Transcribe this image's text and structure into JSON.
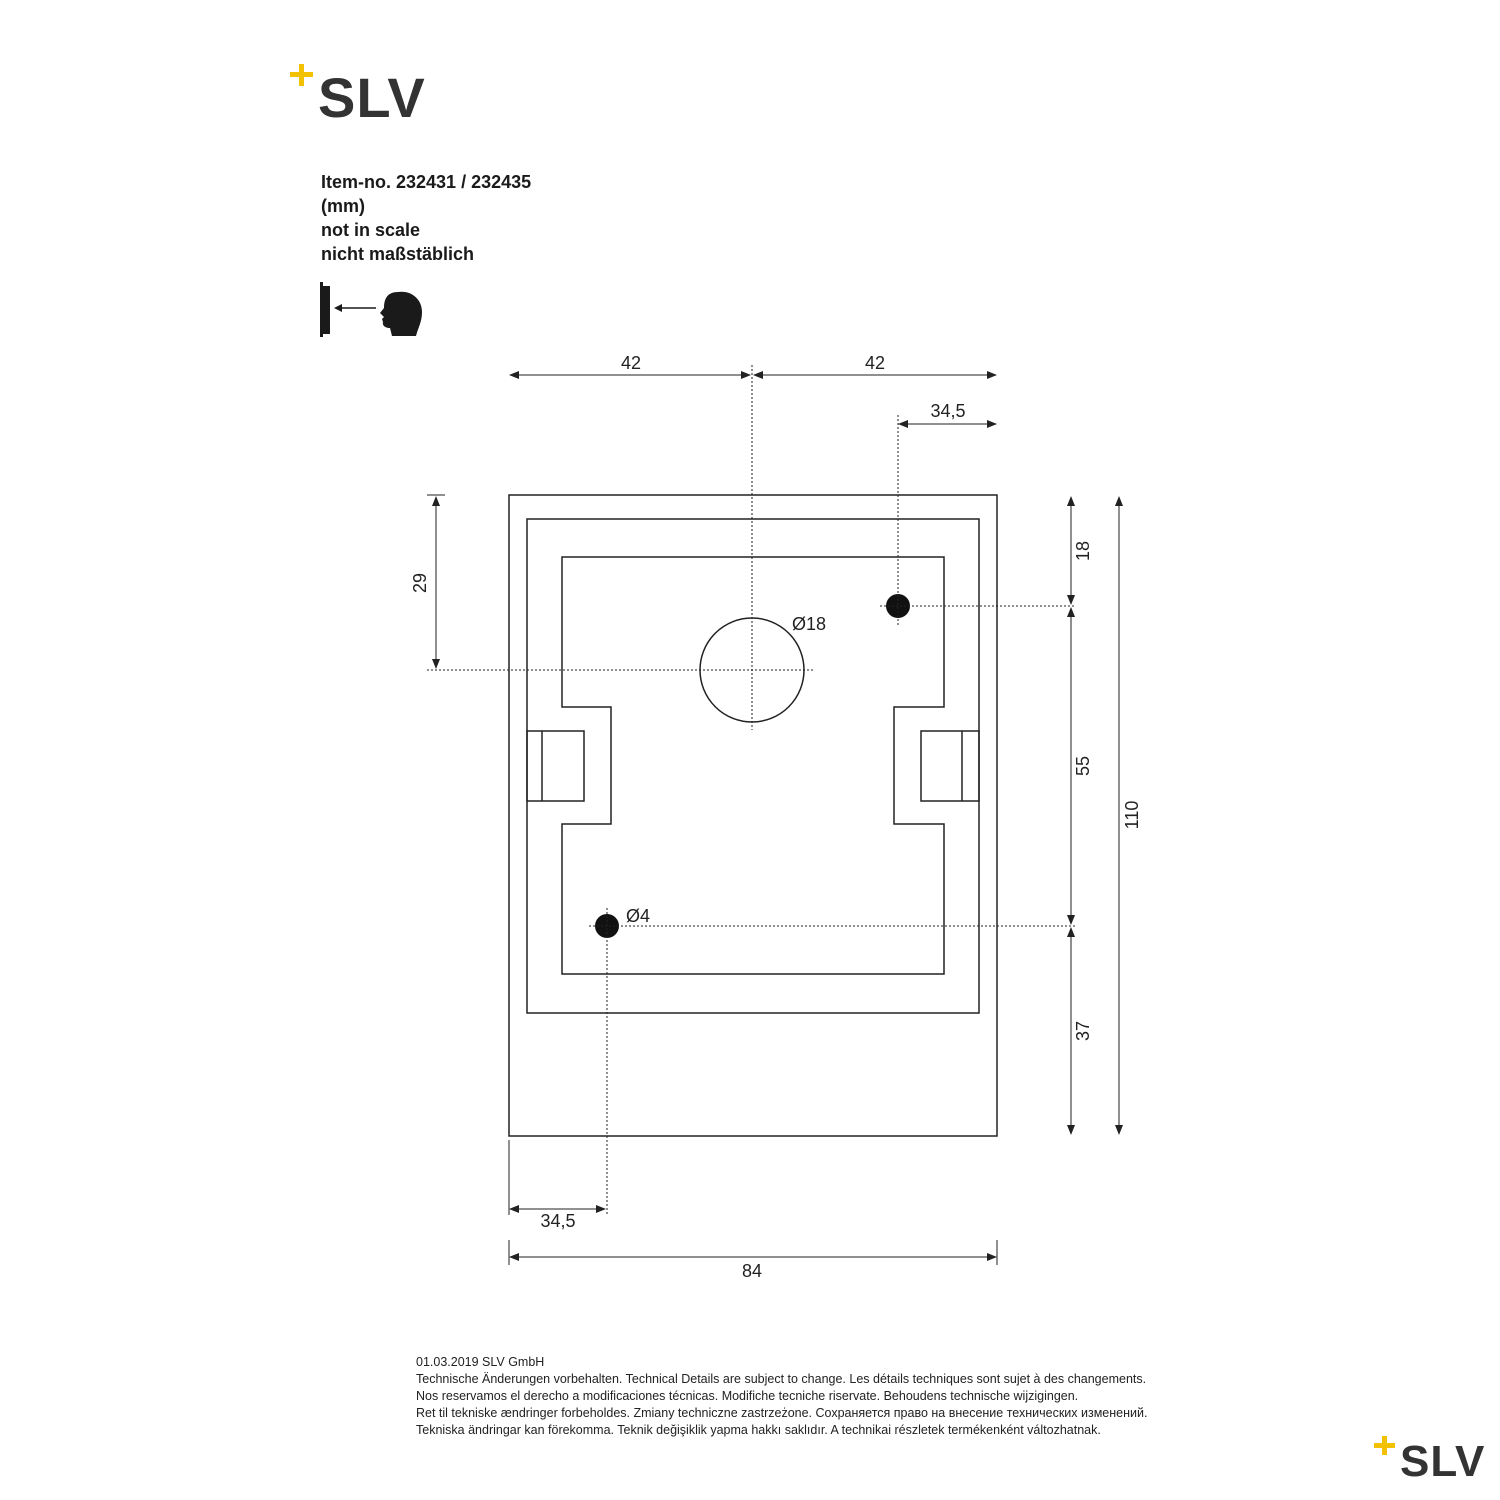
{
  "brand": {
    "name": "SLV",
    "accent_color": "#f2c200",
    "text_color": "#333333",
    "logo_icon": "plus-sparkle-icon"
  },
  "info": {
    "item_no": "Item-no. 232431 / 232435",
    "unit": "(mm)",
    "scale_en": "not in scale",
    "scale_de": "nicht maßstäblich"
  },
  "view_icon": "wall-view-from-front-icon",
  "dimensions": {
    "top_left_width": "42",
    "top_right_width": "42",
    "hole_offset_right": "34,5",
    "hole_offset_left": "34,5",
    "total_width": "84",
    "center_hole_height": "29",
    "top_hole_height": "18",
    "hole_spacing": "55",
    "bottom_hole_height": "37",
    "total_height": "110",
    "center_diameter": "Ø18",
    "hole_diameter": "Ø4"
  },
  "footer": {
    "date_company": "01.03.2019   SLV GmbH",
    "lines": [
      "Technische Änderungen vorbehalten. Technical Details are subject to change. Les détails techniques sont sujet à des changements.",
      "Nos reservamos el derecho a modificaciones técnicas. Modifiche tecniche riservate. Behoudens technische wijzigingen.",
      "Ret til tekniske ændringer forbeholdes. Zmiany techniczne zastrzeżone. Сохраняется право на внесение технических изменений.",
      "Tekniska ändringar kan förekomma. Teknik değişiklik yapma hakkı saklıdır. A technikai részletek termékenként változhatnak."
    ]
  }
}
